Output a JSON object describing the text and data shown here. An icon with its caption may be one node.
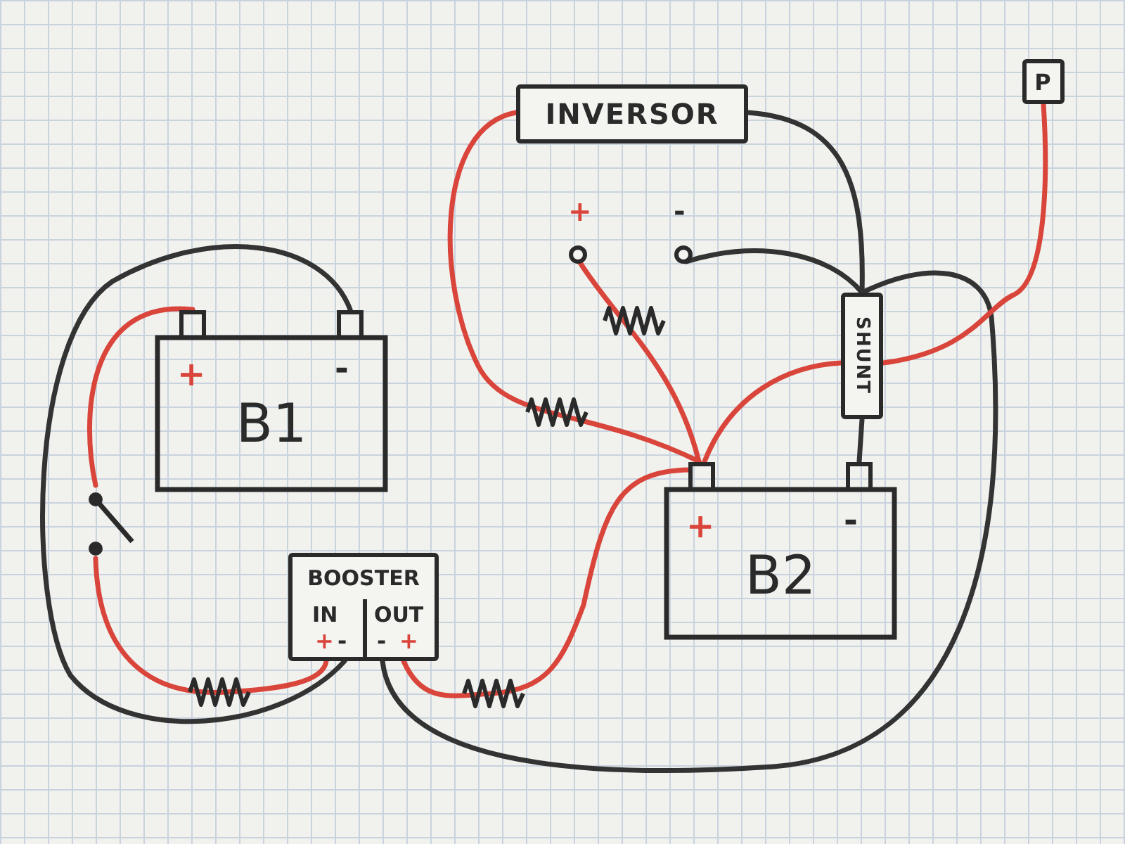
{
  "diagram": {
    "nodes": [
      {
        "text": [
          "INVERSOR"
        ]
      },
      {
        "text": [
          "P"
        ]
      },
      {
        "text": [
          "+"
        ]
      },
      {
        "text": [
          "-"
        ]
      },
      {
        "text": [
          "+",
          "-",
          "B1"
        ]
      },
      {
        "text": [
          "SHUNT"
        ]
      },
      {
        "text": [],
        "shape": "switch"
      },
      {
        "text": [
          "+",
          "-",
          "B2"
        ]
      },
      {
        "text": [
          "BOOSTER",
          "IN",
          "OUT",
          "+",
          "-",
          "-",
          "+"
        ]
      }
    ],
    "edges": [
      {
        "from": 4,
        "to": 6,
        "arrow": "none"
      },
      {
        "from": 6,
        "to": 8,
        "arrow": "none"
      },
      {
        "from": 4,
        "to": 8,
        "arrow": "none",
        "color": "#333333"
      },
      {
        "from": 8,
        "to": 7,
        "arrow": "none"
      },
      {
        "from": 8,
        "to": 5,
        "arrow": "none",
        "color": "#333333"
      },
      {
        "from": 0,
        "to": 7,
        "arrow": "none"
      },
      {
        "from": 0,
        "to": 5,
        "arrow": "none",
        "color": "#333333"
      },
      {
        "from": 2,
        "to": 7,
        "arrow": "none"
      },
      {
        "from": 3,
        "to": 5,
        "arrow": "none",
        "color": "#333333"
      },
      {
        "from": 5,
        "to": 7,
        "arrow": "none",
        "color": "#333333"
      },
      {
        "from": 7,
        "to": 5,
        "arrow": "none"
      },
      {
        "from": 5,
        "to": 1,
        "arrow": "none"
      }
    ]
  }
}
